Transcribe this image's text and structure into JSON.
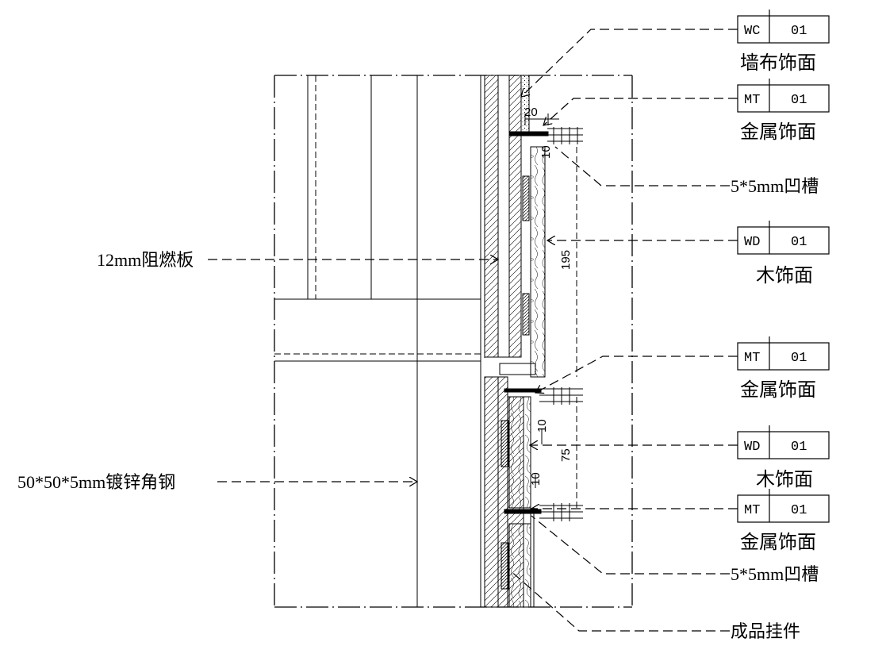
{
  "tags": [
    {
      "code": "WC",
      "num": "01",
      "desc": "墙布饰面"
    },
    {
      "code": "MT",
      "num": "01",
      "desc": "金属饰面"
    },
    {
      "code": "WD",
      "num": "01",
      "desc": "木饰面"
    },
    {
      "code": "MT",
      "num": "01",
      "desc": "金属饰面"
    },
    {
      "code": "WD",
      "num": "01",
      "desc": "木饰面"
    },
    {
      "code": "MT",
      "num": "01",
      "desc": "金属饰面"
    }
  ],
  "notes": {
    "groove_top": "5*5mm凹槽",
    "groove_bottom": "5*5mm凹槽",
    "board": "12mm阻燃板",
    "angle_steel": "50*50*5mm镀锌角钢",
    "hanger": "成品挂件"
  },
  "dims": {
    "d20": "20",
    "d195": "195",
    "d75": "75",
    "d10a": "10",
    "d10b": "10",
    "d10c": "10"
  }
}
